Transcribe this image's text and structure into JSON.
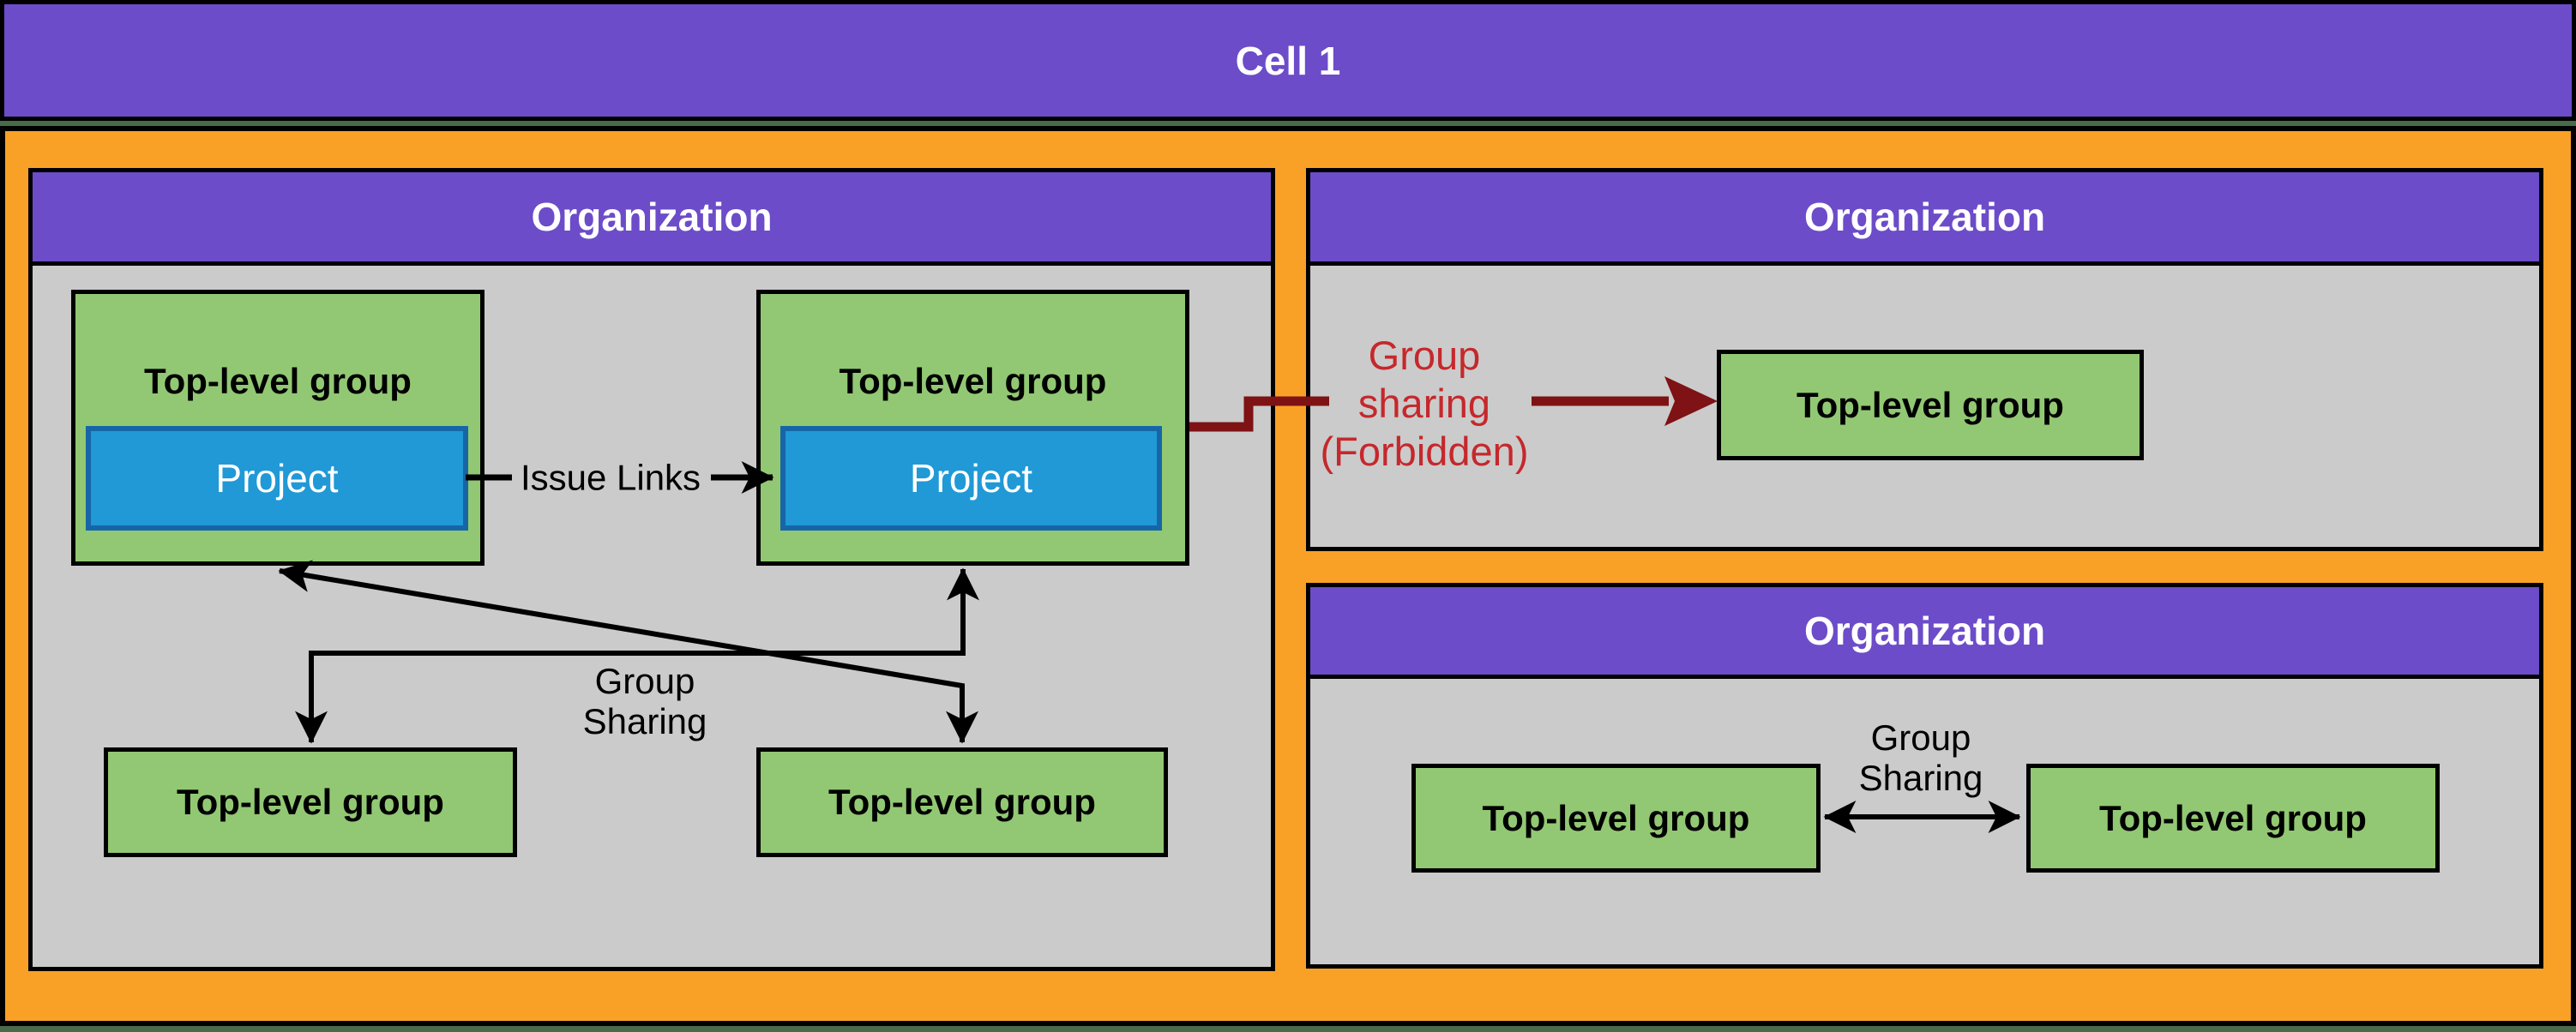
{
  "colors": {
    "purple": "#6C4CC9",
    "orange": "#F9A126",
    "gray": "#CBCBCB",
    "green": "#92C873",
    "blue": "#2099D6",
    "blue_border": "#1666A7",
    "dark_red": "#7E1214",
    "red": "#C5282C",
    "background": "#4A6B4A"
  },
  "cell": {
    "title": "Cell 1"
  },
  "left_org": {
    "title": "Organization",
    "group1_label": "Top-level group",
    "group1_project": "Project",
    "group2_label": "Top-level group",
    "group2_project": "Project",
    "bottom_group_left_label": "Top-level group",
    "bottom_group_right_label": "Top-level group",
    "issue_links_label": "Issue Links",
    "group_sharing_line1": "Group",
    "group_sharing_line2": "Sharing"
  },
  "top_right_org": {
    "title": "Organization",
    "group_label": "Top-level group",
    "forbidden_line1": "Group",
    "forbidden_line2": "sharing",
    "forbidden_line3": "(Forbidden)"
  },
  "bottom_right_org": {
    "title": "Organization",
    "group_left_label": "Top-level group",
    "group_right_label": "Top-level group",
    "group_sharing_line1": "Group",
    "group_sharing_line2": "Sharing"
  }
}
